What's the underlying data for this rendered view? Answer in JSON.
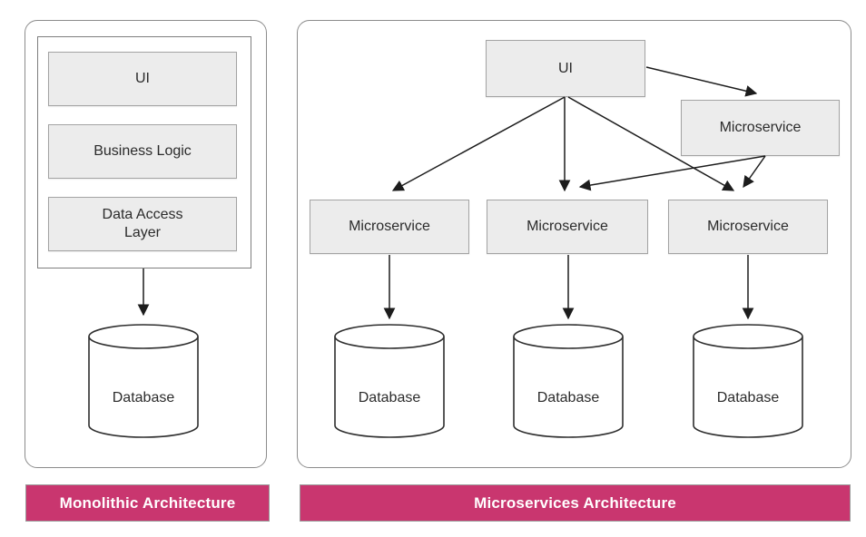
{
  "monolithic": {
    "label": "Monolithic Architecture",
    "layers": [
      {
        "label": "UI"
      },
      {
        "label": "Business Logic"
      },
      {
        "label": "Data Access Layer"
      }
    ],
    "database_label": "Database"
  },
  "microservices": {
    "label": "Microservices Architecture",
    "ui_label": "UI",
    "gateway_service_label": "Microservice",
    "services": [
      {
        "label": "Microservice"
      },
      {
        "label": "Microservice"
      },
      {
        "label": "Microservice"
      }
    ],
    "databases": [
      {
        "label": "Database"
      },
      {
        "label": "Database"
      },
      {
        "label": "Database"
      }
    ]
  },
  "colors": {
    "banner_bg": "#c9366f",
    "banner_text": "#ffffff",
    "node_fill": "#ececec",
    "node_border": "#a3a3a3",
    "panel_border": "#8c8c8c",
    "arrow": "#1c1c1c"
  }
}
